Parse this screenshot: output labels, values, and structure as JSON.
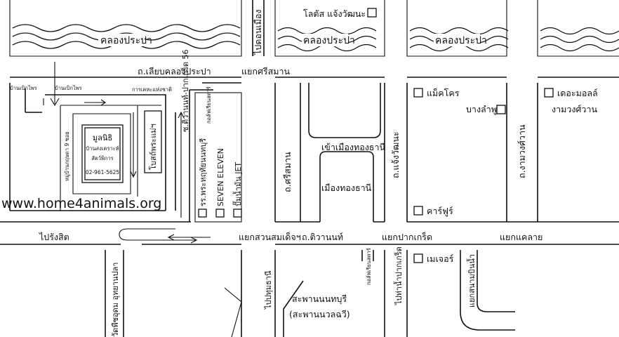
{
  "canals": {
    "left": "คลองประปา",
    "center": "คลองประปา",
    "right": "คลองประปา"
  },
  "roads": {
    "to_don_mueang": "ไปดอนเมือง",
    "lieb_khlong_prapa": "ถ.เลียบคลองประปา",
    "intersection_sri_samarn": "แยกศรีสมาน",
    "khlong_prapa_road": "ถ.ศรีสมาน",
    "to_rangsit": "ไปรังสิต",
    "intersection_suan_somdet": "แยกสวนสมเด็จฯ",
    "tiwanon_road": "ถ.ติวานนท์",
    "intersection_pak_kret": "แยกปากเกร็ด",
    "intersection_kae_lai": "แยกแคลาย",
    "soi_tiwanon_56": "ซ.ติวานนท์-ปากเกร็ด 56",
    "to_pathum_thani": "ไปปทุมธานี",
    "to_pak_kret": "ไปท่าน้ำปากเกร็ด",
    "ngamwongwan_road": "ถ.งามวงศ์วาน",
    "chaeng_watthana": "ถ.แจ้งวัฒนะ",
    "wat_phai_lom": "วัดพืชอุดม อุทยานปลา",
    "into_muang_thong": "เข้าเมืองทองธานี",
    "nonthaburi_bridge": "สะพานนนทบุรี",
    "nonthaburi_bridge_alt": "(สะพานนวลฉวี)",
    "to_nonthaburi_pier": "แยกสนามบินน้ำ",
    "ban_mai_left": "บ้านเบิกไพร",
    "ban_mai_right": "บ้านเบิกไพร",
    "market_road": "การเคหะแห่งชาติ",
    "soi_village": "หมู่บ้านกฤษดา 9 ซอย",
    "chalerm_phrakiat": "กอล์ฟเรียนสตาร์"
  },
  "landmarks": {
    "lotus": "โลตัส แจ้งวัฒนะ",
    "makro": "แม็คโคร",
    "bang_lamphu": "บางลำพู",
    "the_mall": "เดอะมอลล์",
    "the_mall_branch": "งามวงศ์วาน",
    "muang_thong": "เมืองทองธานี",
    "carrefour": "คาร์ฟูร์",
    "major": "เมเจอร์",
    "school": "รร.พระหฤทัยนนทบุรี",
    "seven_eleven": "SEVEN ELEVEN",
    "jet": "ปั๊มน้ำมัน JET",
    "church": "โบสถ์พระแม่ฯ",
    "foundation_line1": "มูลนิธิ",
    "foundation_line2": "บ้านสงเคราะห์",
    "foundation_line3": "สัตว์พิการ",
    "foundation_phone": "02-961-5625"
  },
  "website": "www.home4animals.org"
}
